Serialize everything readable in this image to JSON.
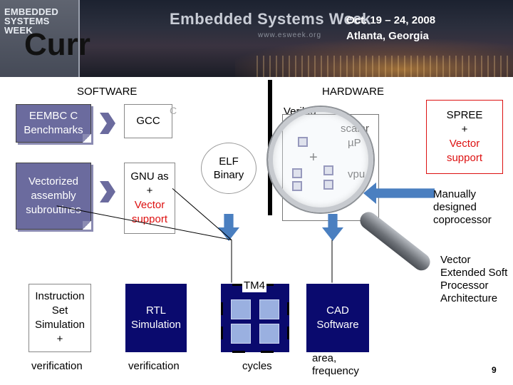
{
  "banner": {
    "logo_lines": [
      "EMBEDDED",
      "SYSTEMS",
      "WEEK"
    ],
    "title": "Embedded Systems Week",
    "url": "www.esweek.org",
    "date_line1": "Oct. 19 – 24, 2008",
    "date_line2": "Atlanta, Georgia"
  },
  "slide": {
    "title": "Curr"
  },
  "software": {
    "header": "SOFTWARE",
    "eembc": "EEMBC C Benchmarks",
    "gcc": "GCC",
    "gcc_suffix": "C",
    "vectorized": "Vectorized assembly subroutines",
    "gnu_as": "GNU as",
    "gnu_plus": "+",
    "vector_support": "Vector support",
    "elf": "ELF Binary"
  },
  "hardware": {
    "header": "HARDWARE",
    "verilog": "Verilog",
    "scalar": "scalar",
    "up": "µP",
    "plus": "+",
    "vpu": "vpu",
    "spree": "SPREE",
    "spree_plus": "+",
    "vector_support": "Vector support",
    "manually": "Manually designed coprocessor"
  },
  "bottom": {
    "iss_line1": "Instruction",
    "iss_line2": "Set",
    "iss_line3": "Simulation",
    "iss_line4": "+",
    "iss_verification": "verification",
    "rtl_line1": "RTL",
    "rtl_line2": "Simulation",
    "rtl_verification": "verification",
    "tm4": "TM4",
    "cycles": "cycles",
    "cad_line1": "CAD",
    "cad_line2": "Software",
    "area": "area, frequency",
    "vesp": "Vector Extended Soft Processor Architecture"
  },
  "page_number": "9",
  "colors": {
    "navy": "#0a0a6e",
    "slate": "#6b6b9e",
    "accent_red": "#dd1111",
    "arrow_blue": "#4a7fc0"
  }
}
